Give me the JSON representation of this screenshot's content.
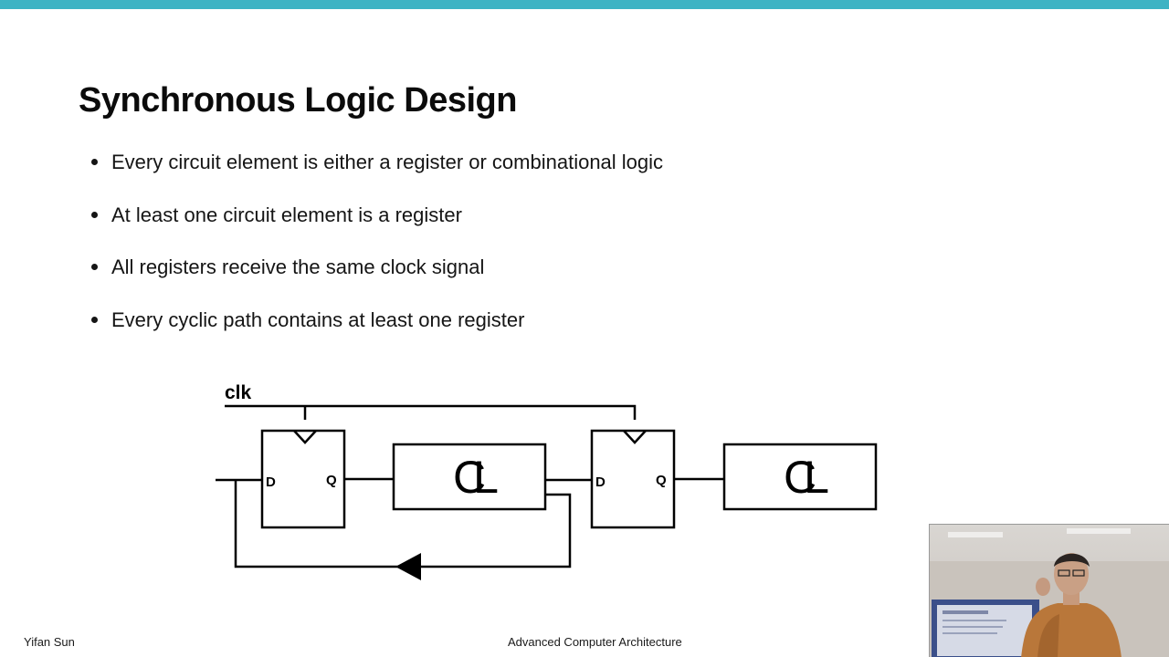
{
  "colors": {
    "top_bar": "#3db3c4",
    "text": "#111111",
    "diagram_stroke": "#000000"
  },
  "slide": {
    "title": "Synchronous Logic Design",
    "bullets": [
      "Every circuit element is either a register or combinational logic",
      "At least one circuit element is a register",
      "All registers receive the same clock signal",
      "Every cyclic path contains at least one register"
    ]
  },
  "diagram": {
    "clock_label": "clk",
    "register_1": {
      "d_label": "D",
      "q_label": "Q"
    },
    "register_2": {
      "d_label": "D",
      "q_label": "Q"
    },
    "logic_1_label": "CL",
    "logic_2_label": "CL"
  },
  "footer": {
    "author": "Yifan Sun",
    "course": "Advanced Computer Architecture"
  },
  "webcam": {
    "icon": "presenter-video-feed"
  }
}
